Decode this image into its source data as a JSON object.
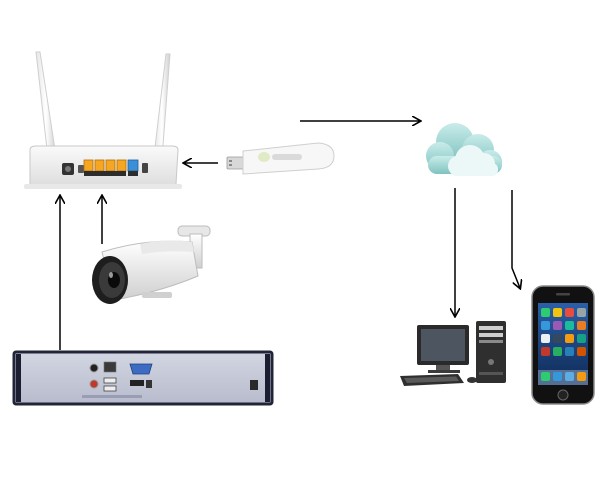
{
  "diagram": {
    "nodes": [
      {
        "id": "router",
        "icon": "wireless-router-icon"
      },
      {
        "id": "usb-modem",
        "icon": "usb-modem-icon"
      },
      {
        "id": "cloud",
        "icon": "cloud-icon"
      },
      {
        "id": "camera",
        "icon": "bullet-camera-icon"
      },
      {
        "id": "nvr",
        "icon": "nvr-recorder-icon"
      },
      {
        "id": "desktop-pc",
        "icon": "desktop-computer-icon"
      },
      {
        "id": "smartphone",
        "icon": "smartphone-icon"
      }
    ],
    "edges": [
      {
        "from": "usb-modem",
        "to": "router"
      },
      {
        "from": "router",
        "to": "cloud"
      },
      {
        "from": "camera",
        "to": "router"
      },
      {
        "from": "nvr",
        "to": "router"
      },
      {
        "from": "cloud",
        "to": "desktop-pc"
      },
      {
        "from": "cloud",
        "to": "smartphone"
      }
    ],
    "colors": {
      "router_body": "#f2f2f2",
      "router_ports": "#f5a623",
      "cloud": "#9fd6d4",
      "nvr_body": "#c9ccd9",
      "arrow": "#000000"
    }
  }
}
